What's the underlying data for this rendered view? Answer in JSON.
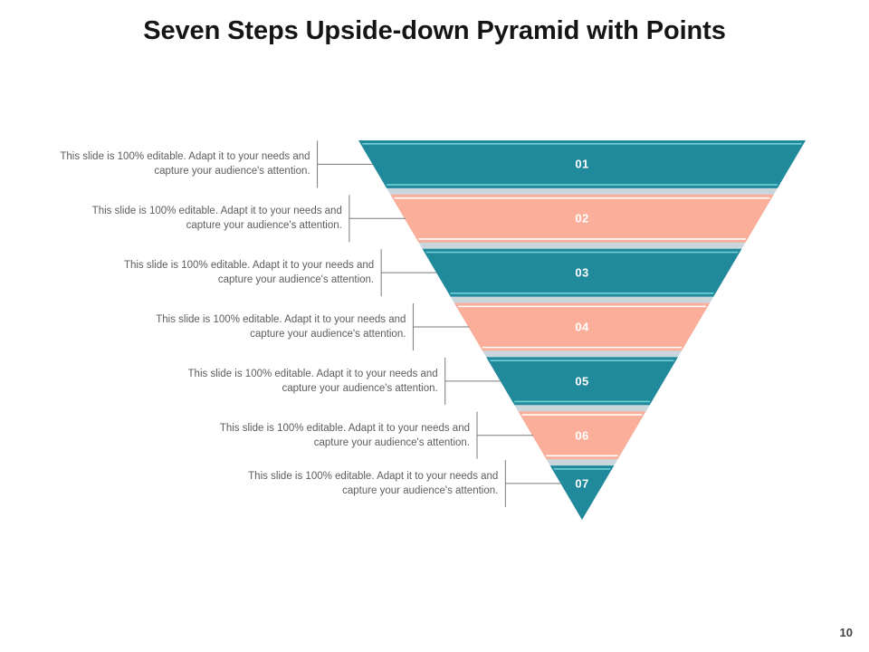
{
  "slide": {
    "title": "Seven Steps Upside-down Pyramid with Points",
    "page_number": "10",
    "background_color": "#FFFFFF",
    "title_color": "#151515",
    "body_text_color": "#5D5D5D"
  },
  "palette": {
    "teal": "#20899B",
    "teal_line": "#6FD0D8",
    "salmon": "#FBAE99",
    "salmon_line": "#FFFFFF",
    "gap": "#C9D6DB",
    "connector_line": "#7A7A7A",
    "number_label": "#FFFFFF"
  },
  "diagram": {
    "type": "inverted-pyramid",
    "step_count": 7,
    "steps": [
      {
        "number": "01",
        "color_name": "teal",
        "color": "#20899B",
        "text": "This slide is 100% editable. Adapt it to your needs and capture your audience's attention."
      },
      {
        "number": "02",
        "color_name": "salmon",
        "color": "#FBAE99",
        "text": "This slide is 100% editable. Adapt it to your needs and capture your audience's attention."
      },
      {
        "number": "03",
        "color_name": "teal",
        "color": "#20899B",
        "text": "This slide is 100% editable. Adapt it to your needs and capture your audience's attention."
      },
      {
        "number": "04",
        "color_name": "salmon",
        "color": "#FBAE99",
        "text": "This slide is 100% editable. Adapt it to your needs and capture your audience's attention."
      },
      {
        "number": "05",
        "color_name": "teal",
        "color": "#20899B",
        "text": "This slide is 100% editable. Adapt it to your needs and capture your audience's attention."
      },
      {
        "number": "06",
        "color_name": "salmon",
        "color": "#FBAE99",
        "text": "This slide is 100% editable. Adapt it to your needs and capture your audience's attention."
      },
      {
        "number": "07",
        "color_name": "teal",
        "color": "#20899B",
        "text": "This slide is 100% editable. Adapt it to your needs and capture your audience's attention."
      }
    ]
  }
}
